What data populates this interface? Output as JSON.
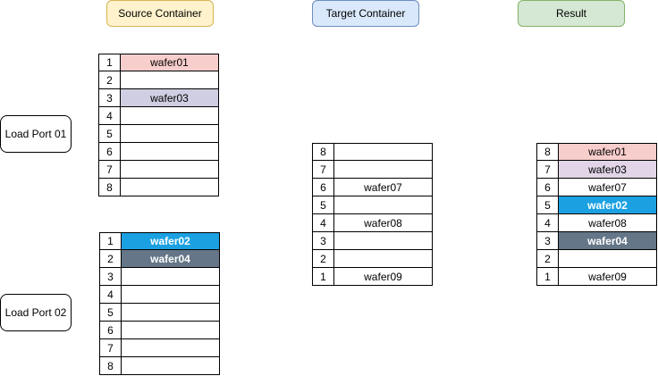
{
  "headers": {
    "source": {
      "label": "Source Container",
      "fill": "#fff2cc",
      "stroke": "#d6b656"
    },
    "target": {
      "label": "Target Container",
      "fill": "#dae8fc",
      "stroke": "#6c8ebf"
    },
    "result": {
      "label": "Result",
      "fill": "#d5e8d4",
      "stroke": "#82b366"
    }
  },
  "load_ports": {
    "lp1": {
      "label": "Load Port 01"
    },
    "lp2": {
      "label": "Load Port 02"
    }
  },
  "tables": {
    "source1": [
      {
        "slot": "1",
        "wafer": "wafer01",
        "fill": "#f8cecc",
        "text": "#000000",
        "bold": false
      },
      {
        "slot": "2",
        "wafer": "",
        "fill": "#ffffff",
        "text": "#000000",
        "bold": false
      },
      {
        "slot": "3",
        "wafer": "wafer03",
        "fill": "#d0cee2",
        "text": "#000000",
        "bold": false
      },
      {
        "slot": "4",
        "wafer": "",
        "fill": "#ffffff",
        "text": "#000000",
        "bold": false
      },
      {
        "slot": "5",
        "wafer": "",
        "fill": "#ffffff",
        "text": "#000000",
        "bold": false
      },
      {
        "slot": "6",
        "wafer": "",
        "fill": "#ffffff",
        "text": "#000000",
        "bold": false
      },
      {
        "slot": "7",
        "wafer": "",
        "fill": "#ffffff",
        "text": "#000000",
        "bold": false
      },
      {
        "slot": "8",
        "wafer": "",
        "fill": "#ffffff",
        "text": "#000000",
        "bold": false
      }
    ],
    "source2": [
      {
        "slot": "1",
        "wafer": "wafer02",
        "fill": "#1ba1e2",
        "text": "#ffffff",
        "bold": true
      },
      {
        "slot": "2",
        "wafer": "wafer04",
        "fill": "#647687",
        "text": "#ffffff",
        "bold": true
      },
      {
        "slot": "3",
        "wafer": "",
        "fill": "#ffffff",
        "text": "#000000",
        "bold": false
      },
      {
        "slot": "4",
        "wafer": "",
        "fill": "#ffffff",
        "text": "#000000",
        "bold": false
      },
      {
        "slot": "5",
        "wafer": "",
        "fill": "#ffffff",
        "text": "#000000",
        "bold": false
      },
      {
        "slot": "6",
        "wafer": "",
        "fill": "#ffffff",
        "text": "#000000",
        "bold": false
      },
      {
        "slot": "7",
        "wafer": "",
        "fill": "#ffffff",
        "text": "#000000",
        "bold": false
      },
      {
        "slot": "8",
        "wafer": "",
        "fill": "#ffffff",
        "text": "#000000",
        "bold": false
      }
    ],
    "target": [
      {
        "slot": "8",
        "wafer": "",
        "fill": "#ffffff",
        "text": "#000000",
        "bold": false
      },
      {
        "slot": "7",
        "wafer": "",
        "fill": "#ffffff",
        "text": "#000000",
        "bold": false
      },
      {
        "slot": "6",
        "wafer": "wafer07",
        "fill": "#ffffff",
        "text": "#000000",
        "bold": false
      },
      {
        "slot": "5",
        "wafer": "",
        "fill": "#ffffff",
        "text": "#000000",
        "bold": false
      },
      {
        "slot": "4",
        "wafer": "wafer08",
        "fill": "#ffffff",
        "text": "#000000",
        "bold": false
      },
      {
        "slot": "3",
        "wafer": "",
        "fill": "#ffffff",
        "text": "#000000",
        "bold": false
      },
      {
        "slot": "2",
        "wafer": "",
        "fill": "#ffffff",
        "text": "#000000",
        "bold": false
      },
      {
        "slot": "1",
        "wafer": "wafer09",
        "fill": "#ffffff",
        "text": "#000000",
        "bold": false
      }
    ],
    "result": [
      {
        "slot": "8",
        "wafer": "wafer01",
        "fill": "#f8cecc",
        "text": "#000000",
        "bold": false
      },
      {
        "slot": "7",
        "wafer": "wafer03",
        "fill": "#e1d5e7",
        "text": "#000000",
        "bold": false
      },
      {
        "slot": "6",
        "wafer": "wafer07",
        "fill": "#ffffff",
        "text": "#000000",
        "bold": false
      },
      {
        "slot": "5",
        "wafer": "wafer02",
        "fill": "#1ba1e2",
        "text": "#ffffff",
        "bold": true
      },
      {
        "slot": "4",
        "wafer": "wafer08",
        "fill": "#ffffff",
        "text": "#000000",
        "bold": false
      },
      {
        "slot": "3",
        "wafer": "wafer04",
        "fill": "#647687",
        "text": "#ffffff",
        "bold": true
      },
      {
        "slot": "2",
        "wafer": "",
        "fill": "#ffffff",
        "text": "#000000",
        "bold": false
      },
      {
        "slot": "1",
        "wafer": "wafer09",
        "fill": "#ffffff",
        "text": "#000000",
        "bold": false
      }
    ]
  }
}
